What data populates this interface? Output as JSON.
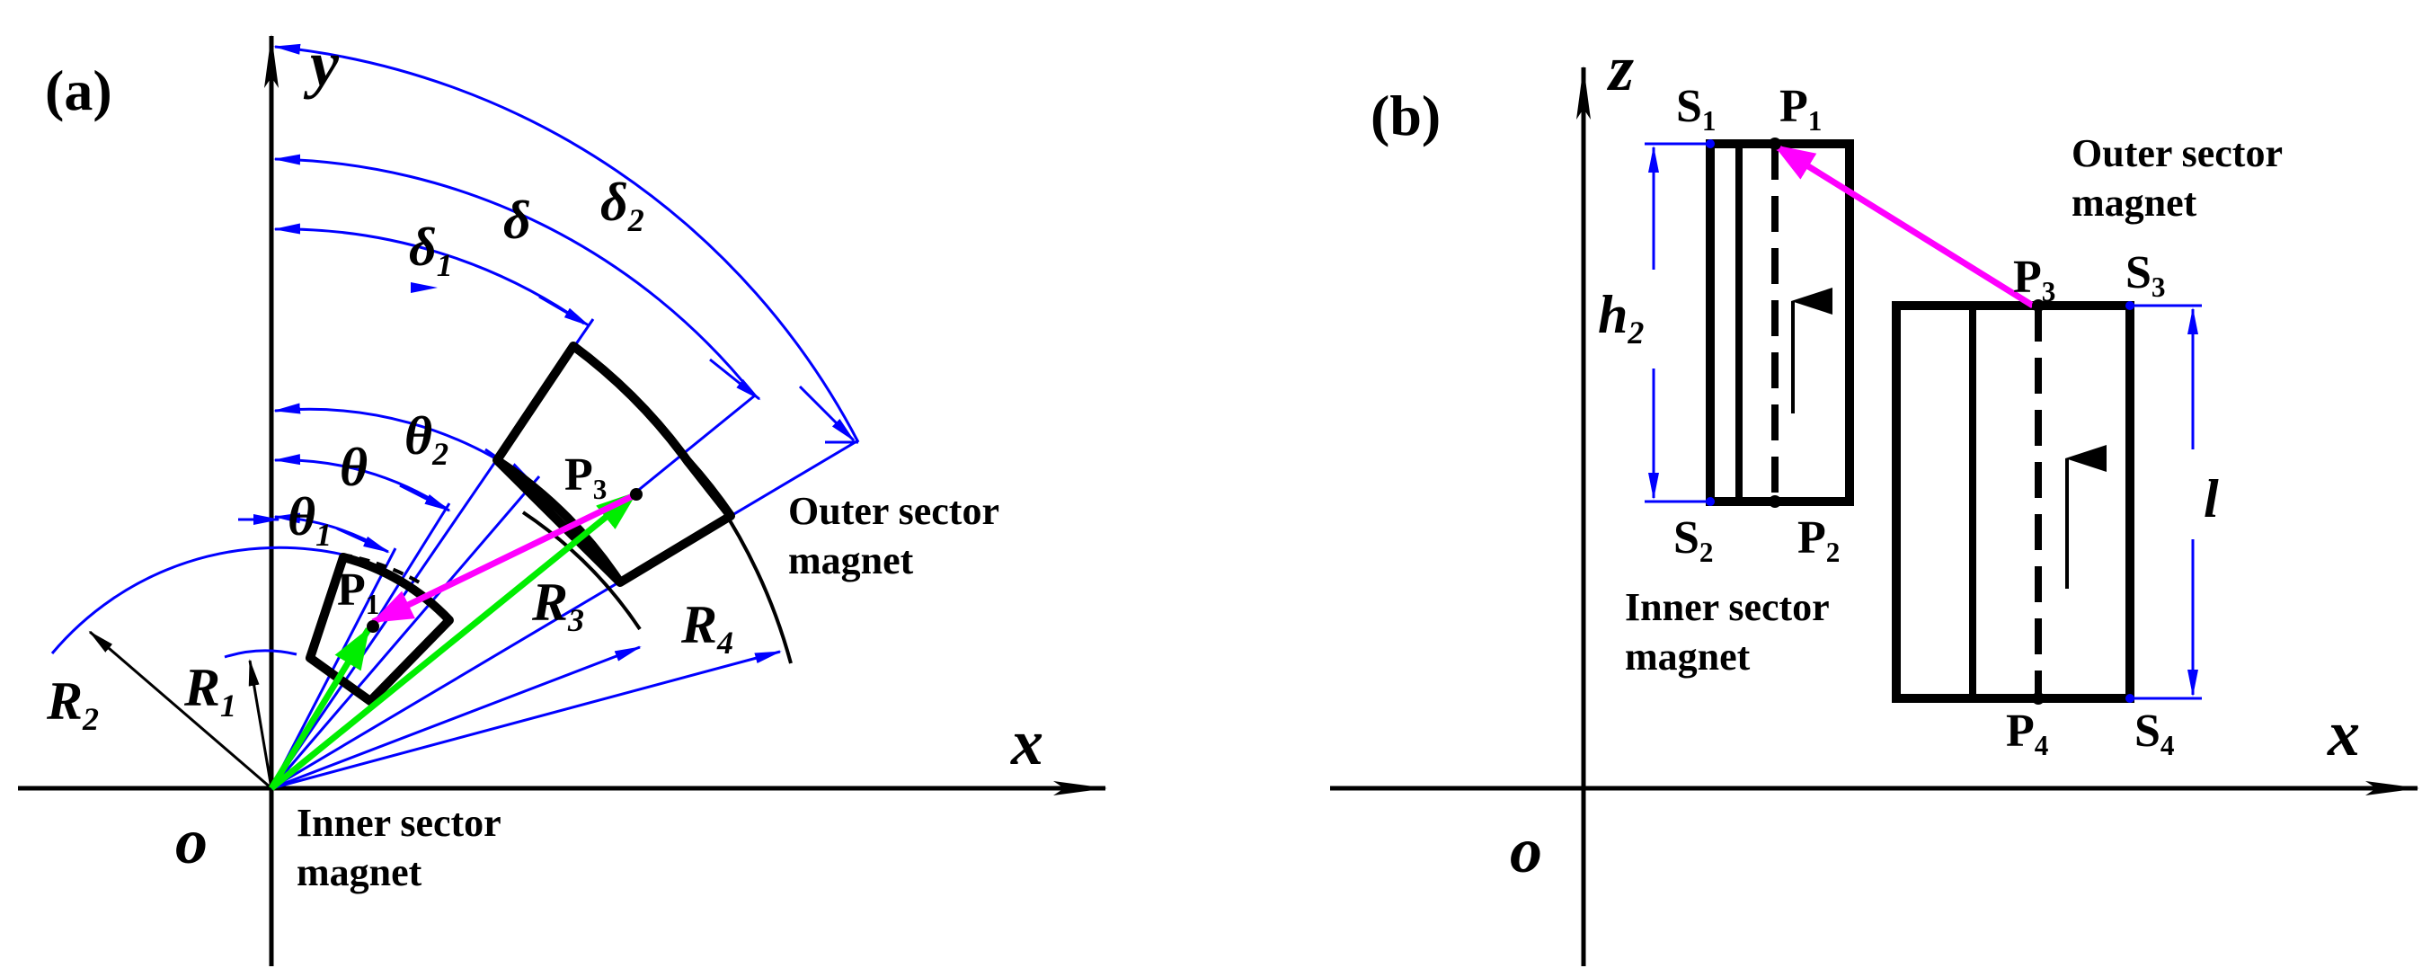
{
  "colors": {
    "axis": "#000000",
    "dimension": "#0000ff",
    "magnet_outline": "#000000",
    "position_vector": "#00ee00",
    "relative_vector": "#ff00ff"
  },
  "panel_a": {
    "label": "(a)",
    "axis_x": "x",
    "axis_y": "y",
    "origin": "o",
    "angles": {
      "theta": "θ",
      "theta1": "θ",
      "theta1_sub": "1",
      "theta2": "θ",
      "theta2_sub": "2",
      "delta": "δ",
      "delta1": "δ",
      "delta1_sub": "1",
      "delta2": "δ",
      "delta2_sub": "2"
    },
    "radii": {
      "R1": "R",
      "R1_sub": "1",
      "R2": "R",
      "R2_sub": "2",
      "R3": "R",
      "R3_sub": "3",
      "R4": "R",
      "R4_sub": "4"
    },
    "points": {
      "P1": "P",
      "P1_sub": "1",
      "P3": "P",
      "P3_sub": "3"
    },
    "outer_magnet_label": [
      "Outer sector",
      "magnet"
    ],
    "inner_magnet_label": [
      "Inner sector",
      "magnet"
    ]
  },
  "panel_b": {
    "label": "(b)",
    "axis_x": "x",
    "axis_z": "z",
    "origin": "o",
    "points": {
      "S1": "S",
      "S1_sub": "1",
      "S2": "S",
      "S2_sub": "2",
      "S3": "S",
      "S3_sub": "3",
      "S4": "S",
      "S4_sub": "4",
      "P1": "P",
      "P1_sub": "1",
      "P2": "P",
      "P2_sub": "2",
      "P3": "P",
      "P3_sub": "3",
      "P4": "P",
      "P4_sub": "4"
    },
    "h2": "h",
    "h2_sub": "2",
    "l": "l",
    "outer_magnet_label": [
      "Outer sector",
      "magnet"
    ],
    "inner_magnet_label": [
      "Inner sector",
      "magnet"
    ]
  }
}
